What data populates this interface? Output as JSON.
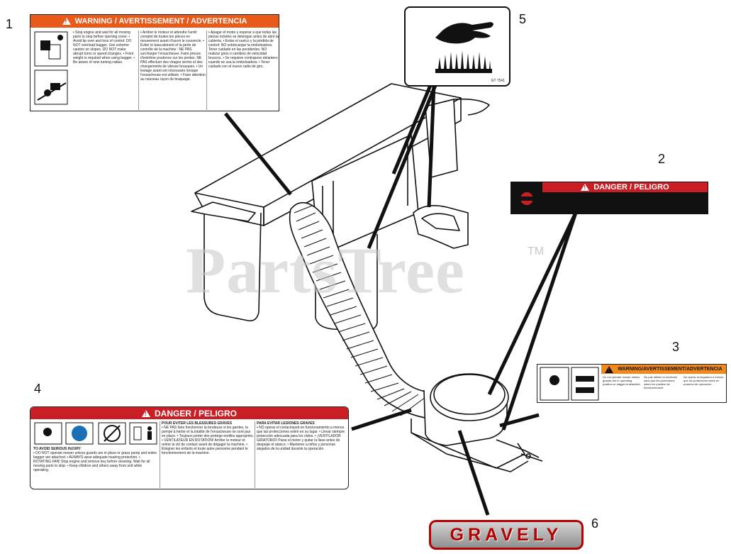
{
  "callouts": [
    "1",
    "2",
    "3",
    "4",
    "5",
    "6"
  ],
  "watermark": "PartsTree",
  "trademark": "TM",
  "decal1": {
    "header": "WARNING / AVERTISSEMENT / ADVERTENCIA",
    "header_color": "#e85a1a",
    "col1": "• Stop engine and wait for all moving parts to stop before opening cover. • Avoid tip over and loss of control: DO NOT overload bagger. Use extreme caution on slopes. DO NOT make abrupt turns or speed changes. • Front weight is required when using bagger. • Be aware of new turning radius.",
    "col2": "• Arrêter le moteur et attendre l'arrêt complet de toutes les pièces en mouvement avant d'ouvrir le couvercle. • Éviter le basculement et la perte de contrôle de la machine : NE PAS surcharger l'ensacheuse. Faire preuve d'extrême prudence sur les pentes. NE PAS effectuer des virages serrés et des changements de vitesse brusques. • Un lestage avant est nécessaire lorsque l'ensacheuse est utilisée. • Faire attention au nouveau rayon de braquage.",
    "col3": "• Apagar el motor y esperar a que todas las piezas móviles se detengan antes de abrir la cubierta. • Evitar el vuelco y la pérdida de control: NO sobrecargar la embolsadora. Tener cuidado en las pendientes. NO realizar giros o cambios de velocidad bruscos. • Se requiere contrapeso delantero cuando se usa la embolsadora. • Tener cuidado con el nuevo radio de giro."
  },
  "decal2": {
    "header": "DANGER / PELIGRO",
    "header_color": "#c81e24"
  },
  "decal3": {
    "header": "WARNING/AVERTISSEMENT/ADVERTENCIA",
    "header_color": "#f08a1c",
    "col1": "Do not operate mower unless guards are in operating position or bagger is attached.",
    "col2": "Ne pas utiliser la tondeuse sans que les protecteurs soient en position de fonctionnement.",
    "col3": "No operar la segadora a menos que los protectores estén en posición de operación."
  },
  "decal4": {
    "header": "DANGER / PELIGRO",
    "header_color": "#c81e24",
    "title_en": "TO AVOID SERIOUS INJURY",
    "title_fr": "POUR ÉVITER LES BLESSURES GRAVES",
    "title_es": "PARA EVITAR LESIONES GRAVES",
    "col1": "• DO NOT operate mower unless guards are in place or grass pump and entire bagger are attached. • ALWAYS wear adequate hearing protection. • ROTATING FAN! Stop engine and remove key before cleaning. Wait for all moving parts to stop. • Keep children and others away from unit while operating.",
    "col2": "• NE PAS faire fonctionner la tondeuse si les gardes, la pompe à herbe et la totalité de l'ensacheuse ne sont pas en place. • Toujours porter des protège-oreilles appropriés. • VENTILATEUR EN ROTATION! Arrêter le moteur et retirer la clé de contact avant de dégager la machine. • Éloigner les enfants et toute autre personne pendant le fonctionnement de la machine.",
    "col3": "• NO operar el cortacésped en funcionamiento a menos que las protecciones estén en su lugar. • Llevar siempre protección adecuada para los oídos. • ¡VENTILADOR GIRATORIO! Parar el motor y quitar la llave antes de despejar el atasco. • Mantener a niños y personas alejados de la unidad durante la operación."
  },
  "decal5": {
    "code": "GT 7541"
  },
  "brand": "GRAVELY",
  "brand_color": "#b40000"
}
